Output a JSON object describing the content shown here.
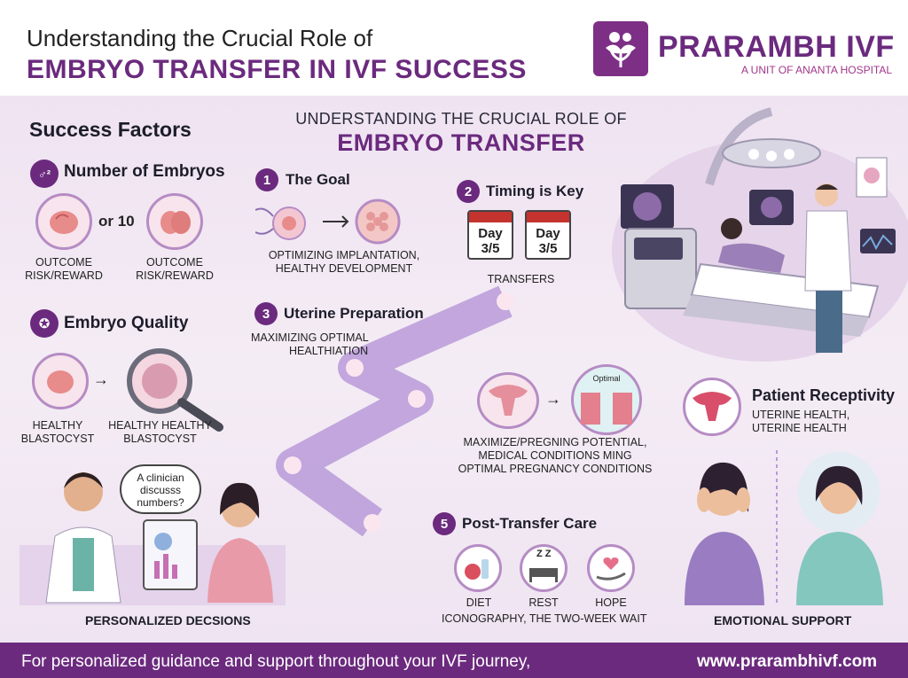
{
  "header": {
    "subtitle": "Understanding the Crucial Role of",
    "title": "EMBRYO TRANSFER IN IVF SUCCESS",
    "brand": "PRARAMBH IVF",
    "brand_sub": "A UNIT OF ANANTA HOSPITAL",
    "logo_icon": "family-logo-icon"
  },
  "center": {
    "subtitle": "UNDERSTANDING THE CRUCIAL ROLE OF",
    "title": "EMBRYO TRANSFER"
  },
  "success_factors": {
    "heading": "Success Factors",
    "embryos": {
      "title": "Number of Embryos",
      "or_label": "or 10",
      "label_left": [
        "OUTCOME",
        "RISK/REWARD"
      ],
      "label_right": [
        "OUTCOME",
        "RISK/REWARD"
      ]
    },
    "quality": {
      "title": "Embryo Quality",
      "label_left": [
        "HEALTHY",
        "BLASTOCYST"
      ],
      "label_right": [
        "HEALTHY HEALTHY",
        "BLASTOCYST"
      ]
    }
  },
  "steps": {
    "goal": {
      "num": "1",
      "title": "The Goal",
      "lines": [
        "OPTIMIZING IMPLANTATION,",
        "HEALTHY  DEVELOPMENT"
      ]
    },
    "timing": {
      "num": "2",
      "title": "Timing is Key",
      "cal_text": "Day",
      "cal_value": "3/5",
      "label": "TRANSFERS"
    },
    "uterine": {
      "num": "3",
      "title": "Uterine Preparation",
      "lines": [
        "MAXIMIZING OPTIMAL",
        "HEALTHIATION"
      ]
    },
    "receptivity": {
      "title": "Patient Receptivity",
      "lines": [
        "UTERINE HEALTH,",
        "UTERINE HEALTH"
      ]
    },
    "maximize": {
      "optimal_label": "Optimal",
      "lines": [
        "MAXIMIZE/PREGNING  POTENTIAL,",
        "MEDICAL CONDITIONS MING",
        "OPTIMAL PREGNANCY CONDITIONS"
      ]
    },
    "post": {
      "num": "5",
      "title": "Post-Transfer Care",
      "items": [
        "DIET",
        "REST",
        "HOPE"
      ],
      "caption": "ICONOGRAPHY, THE TWO-WEEK WAIT",
      "zzz": "Z Z"
    }
  },
  "bottom": {
    "bubble": [
      "A clinician",
      "discusss",
      "numbers?"
    ],
    "personalized": "PERSONALIZED DECSIONS",
    "emotional": "EMOTIONAL SUPPORT"
  },
  "footer": {
    "left": "For personalized guidance and support throughout your IVF journey,",
    "right": "www.prarambhivf.com"
  },
  "colors": {
    "brand": "#6b2a7e",
    "accent": "#a0378a",
    "panel": "#efe3f1"
  }
}
